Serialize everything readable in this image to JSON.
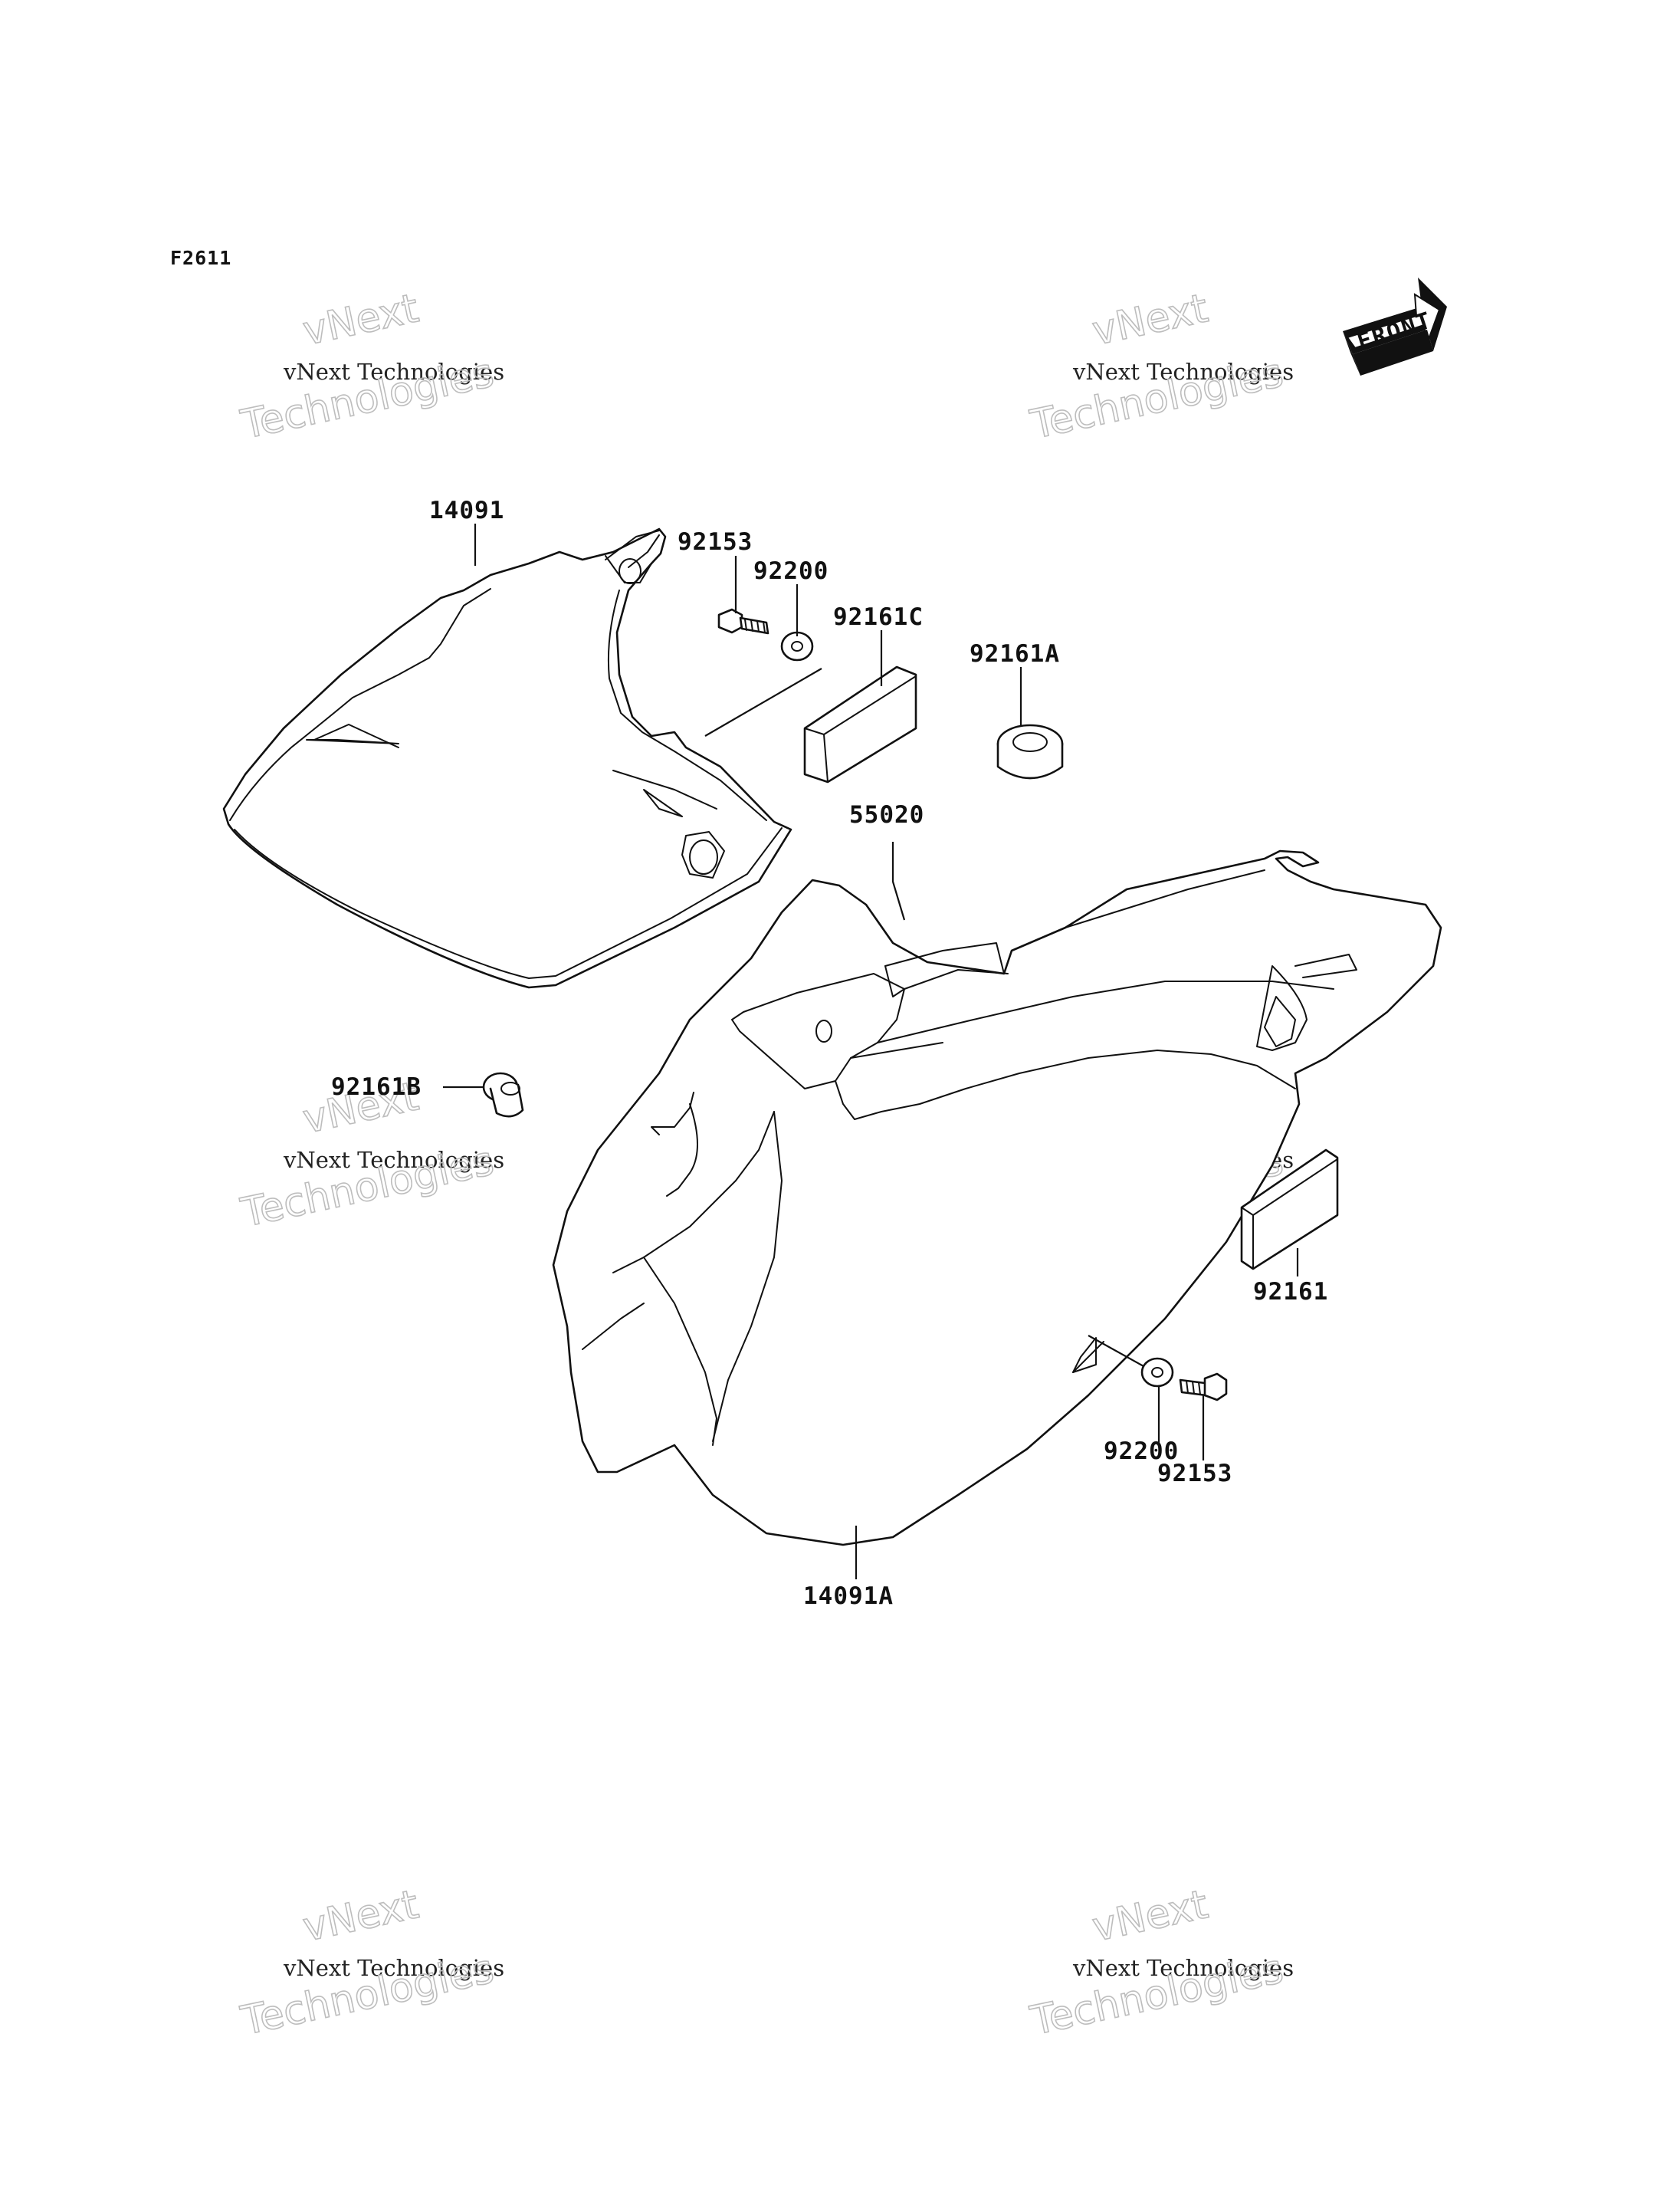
{
  "diagram_code": "F2611",
  "front_arrow_label": "FRONT",
  "watermark": {
    "small": "vNext Technologies",
    "big_line1": "vNext",
    "big_line2": "Technologies"
  },
  "parts": {
    "side_cover_left": "14091",
    "side_cover_right": "14091A",
    "pad": "55020",
    "bolt_top": "92153",
    "washer_top": "92200",
    "damper_c": "92161C",
    "damper_a": "92161A",
    "damper_b": "92161B",
    "damper": "92161",
    "washer_bottom": "92200",
    "bolt_bottom": "92153"
  }
}
